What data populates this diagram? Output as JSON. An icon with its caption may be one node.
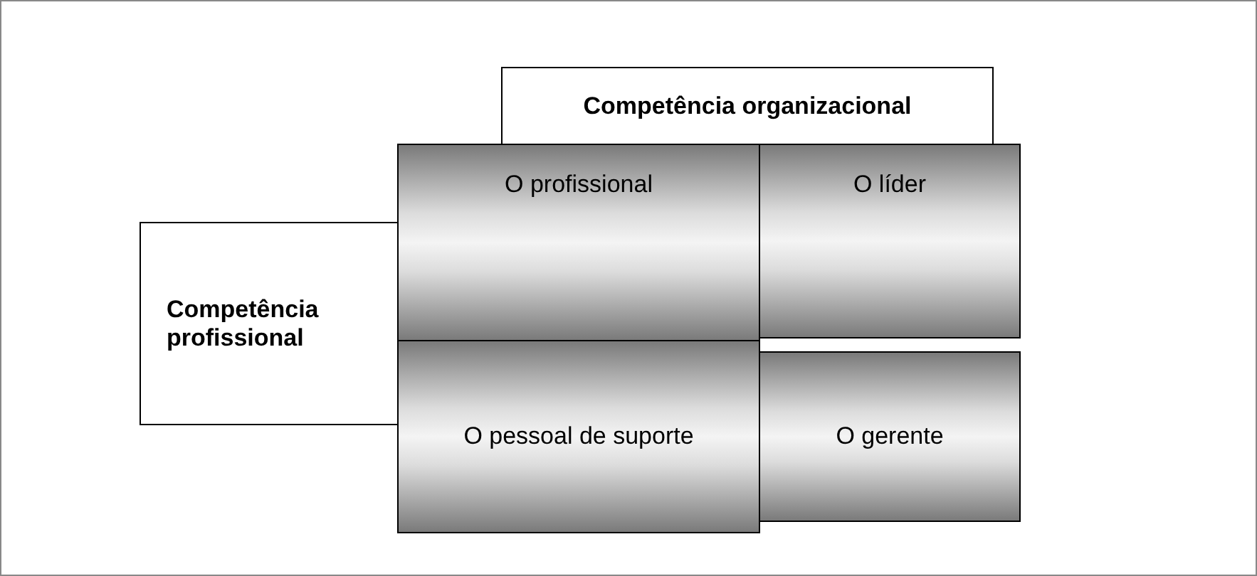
{
  "diagram": {
    "nodes": [
      {
        "text": [
          "Competência organizacional"
        ]
      },
      {
        "text": [
          "Competência profissional"
        ]
      },
      {
        "text": [
          "O profissional"
        ]
      },
      {
        "text": [
          "O líder"
        ]
      },
      {
        "text": [
          "O pessoal de suporte"
        ]
      },
      {
        "text": [
          "O gerente"
        ]
      }
    ]
  }
}
